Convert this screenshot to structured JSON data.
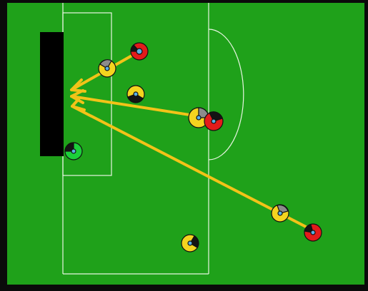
{
  "colors": {
    "border": "#0a0a0a",
    "pitch": "#1fa11a",
    "lines": "#e8f5e2",
    "goal": "#000000",
    "arrow": "#f2c318",
    "yellow_team": "#f4d41f",
    "red_team": "#e31b1b",
    "goalkeeper": "#1ccf3a",
    "player_dark": "#141414",
    "player_grey": "#8c8c8c"
  },
  "scene": {
    "players": [
      {
        "id": "red-top",
        "team": "red",
        "variant": "dark"
      },
      {
        "id": "yellow-near-goal",
        "team": "yellow",
        "variant": "grey"
      },
      {
        "id": "yellow-mid-box",
        "team": "yellow",
        "variant": "dark"
      },
      {
        "id": "yellow-center",
        "team": "yellow",
        "variant": "grey"
      },
      {
        "id": "red-center",
        "team": "red",
        "variant": "dark"
      },
      {
        "id": "goalkeeper",
        "team": "goalkeeper",
        "variant": "dark"
      },
      {
        "id": "yellow-right",
        "team": "yellow",
        "variant": "grey"
      },
      {
        "id": "red-right",
        "team": "red",
        "variant": "dark"
      },
      {
        "id": "yellow-bottom",
        "team": "yellow",
        "variant": "dark"
      }
    ],
    "arrows": [
      {
        "id": "pass-short",
        "from": "red-top",
        "via": "yellow-near-goal"
      },
      {
        "id": "pass-center",
        "from": "yellow-center"
      },
      {
        "id": "pass-long",
        "from": "red-right",
        "via": "yellow-right"
      }
    ]
  }
}
